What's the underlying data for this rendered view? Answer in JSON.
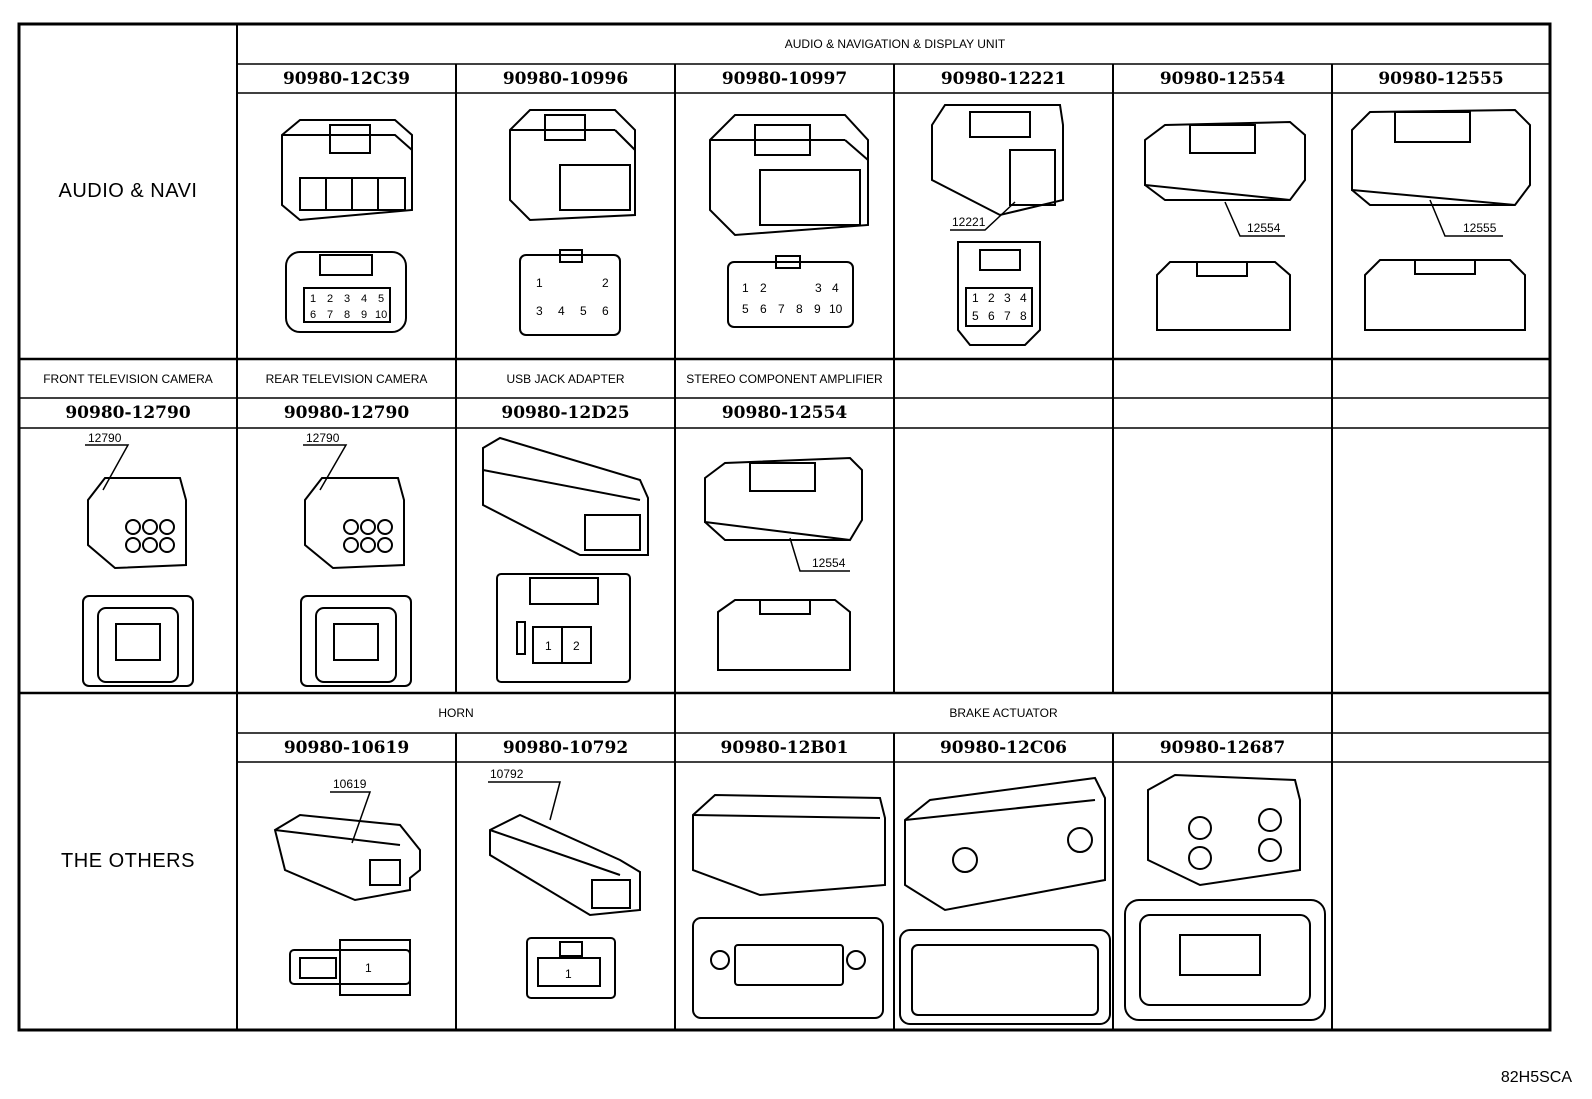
{
  "categories": {
    "audio_navi": "AUDIO & NAVI",
    "the_others": "THE OTHERS"
  },
  "groups": {
    "audio_display": "AUDIO & NAVIGATION & DISPLAY UNIT",
    "front_camera": "FRONT TELEVISION CAMERA",
    "rear_camera": "REAR TELEVISION CAMERA",
    "usb_jack": "USB JACK ADAPTER",
    "stereo_amp": "STEREO COMPONENT AMPLIFIER",
    "horn": "HORN",
    "brake_actuator": "BRAKE ACTUATOR"
  },
  "rows": {
    "row1": [
      "90980-12C39",
      "90980-10996",
      "90980-10997",
      "90980-12221",
      "90980-12554",
      "90980-12555"
    ],
    "row2": [
      "90980-12790",
      "90980-12790",
      "90980-12D25",
      "90980-12554"
    ],
    "row3": [
      "90980-10619",
      "90980-10792",
      "90980-12B01",
      "90980-12C06",
      "90980-12687"
    ]
  },
  "callouts": {
    "c12221": "12221",
    "c12554": "12554",
    "c12555": "12555",
    "c12790": "12790",
    "c10619": "10619",
    "c10792": "10792"
  },
  "pins": {
    "p12c39": [
      "1",
      "2",
      "3",
      "4",
      "5",
      "6",
      "7",
      "8",
      "9",
      "10"
    ],
    "p10996": [
      "1",
      "2",
      "3",
      "4",
      "5",
      "6"
    ],
    "p10997": [
      "1",
      "2",
      "3",
      "4",
      "5",
      "6",
      "7",
      "8",
      "9",
      "10"
    ],
    "p12221": [
      "1",
      "2",
      "3",
      "4",
      "5",
      "6",
      "7",
      "8"
    ],
    "p12d25": [
      "1",
      "2"
    ],
    "p_horn": "1"
  },
  "figure_code": "82H5SCA"
}
